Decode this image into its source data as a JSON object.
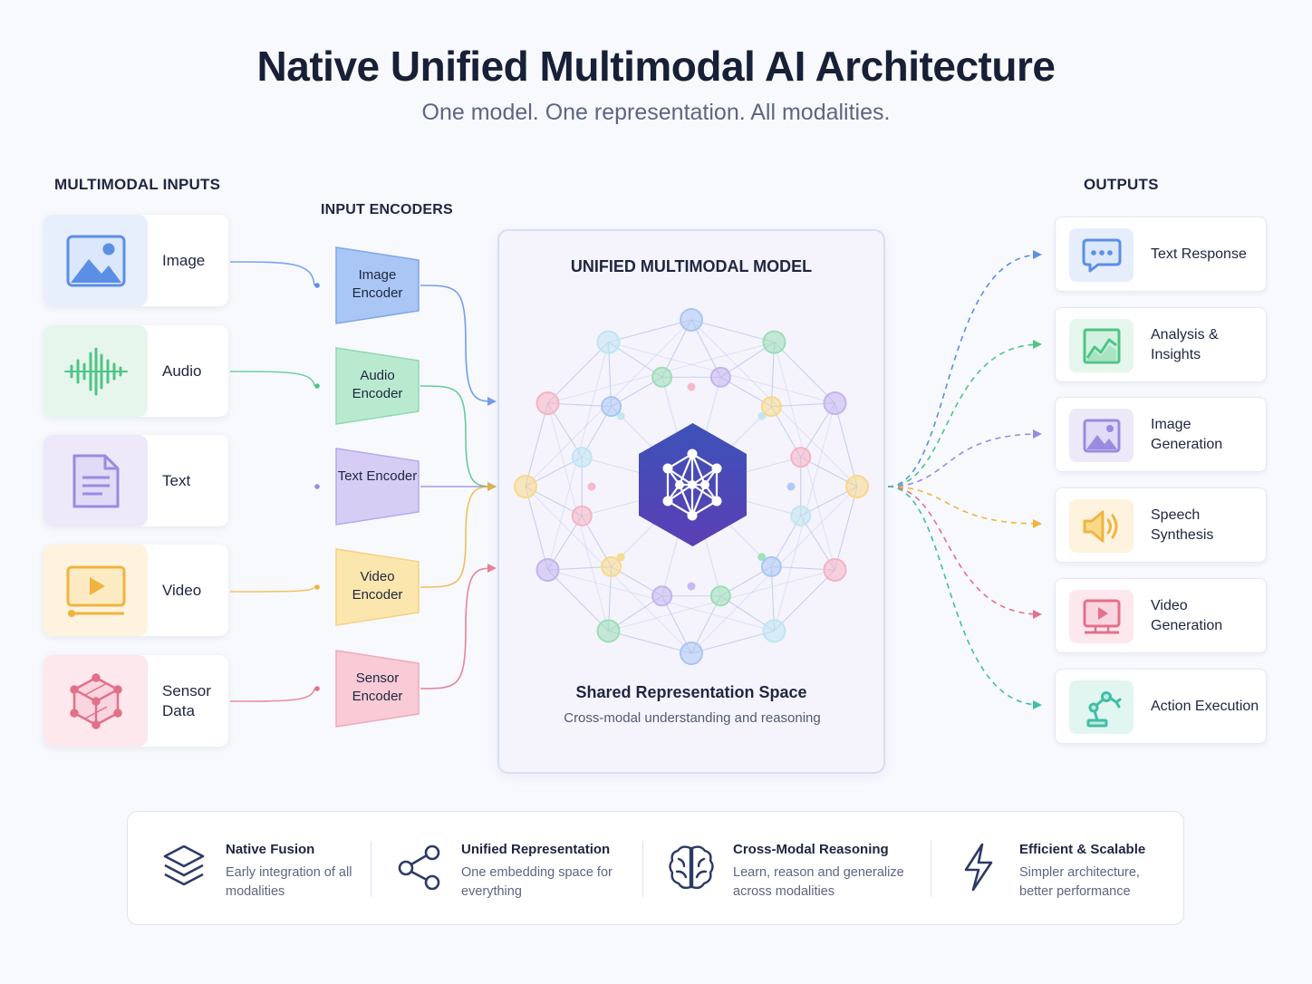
{
  "header": {
    "title": "Native Unified Multimodal AI Architecture",
    "subtitle": "One model. One representation. All modalities."
  },
  "sections": {
    "inputs": "MULTIMODAL INPUTS",
    "encoders": "INPUT ENCODERS",
    "outputs": "OUTPUTS"
  },
  "inputs": [
    {
      "label": "Image",
      "icon": "image-icon",
      "color": "#5b8fe6"
    },
    {
      "label": "Audio",
      "icon": "audio-waveform-icon",
      "color": "#4fc487"
    },
    {
      "label": "Text",
      "icon": "document-icon",
      "color": "#9b8ae0"
    },
    {
      "label": "Video",
      "icon": "video-play-icon",
      "color": "#f0b440"
    },
    {
      "label": "Sensor Data",
      "icon": "sensor-cube-icon",
      "color": "#e3708a"
    }
  ],
  "encoders": [
    {
      "label": "Image Encoder",
      "color": "#8db2f0"
    },
    {
      "label": "Audio Encoder",
      "color": "#9adfb4"
    },
    {
      "label": "Text Encoder",
      "color": "#c3b4ee"
    },
    {
      "label": "Video Encoder",
      "color": "#f7d98a"
    },
    {
      "label": "Sensor Encoder",
      "color": "#f5b3c3"
    }
  ],
  "model": {
    "title": "UNIFIED MULTIMODAL MODEL",
    "core_icon": "neural-network-icon",
    "shared_title": "Shared Representation Space",
    "shared_sub": "Cross-modal understanding and reasoning"
  },
  "outputs": [
    {
      "label": "Text Response",
      "icon": "chat-bubble-icon",
      "color": "#5b8fe6"
    },
    {
      "label": "Analysis & Insights",
      "icon": "chart-icon",
      "color": "#4fc487"
    },
    {
      "label": "Image Generation",
      "icon": "image-icon",
      "color": "#9b8ae0"
    },
    {
      "label": "Speech Synthesis",
      "icon": "speaker-icon",
      "color": "#f0b440"
    },
    {
      "label": "Video Generation",
      "icon": "video-play-icon",
      "color": "#e3708a"
    },
    {
      "label": "Action Execution",
      "icon": "robot-arm-icon",
      "color": "#3fbfa5"
    }
  ],
  "features": [
    {
      "title": "Native Fusion",
      "desc": "Early integration of all modalities",
      "icon": "layers-icon"
    },
    {
      "title": "Unified Representation",
      "desc": "One embedding space for everything",
      "icon": "share-nodes-icon"
    },
    {
      "title": "Cross-Modal Reasoning",
      "desc": "Learn, reason and generalize across modalities",
      "icon": "brain-icon"
    },
    {
      "title": "Efficient & Scalable",
      "desc": "Simpler architecture, better performance",
      "icon": "lightning-icon"
    }
  ]
}
